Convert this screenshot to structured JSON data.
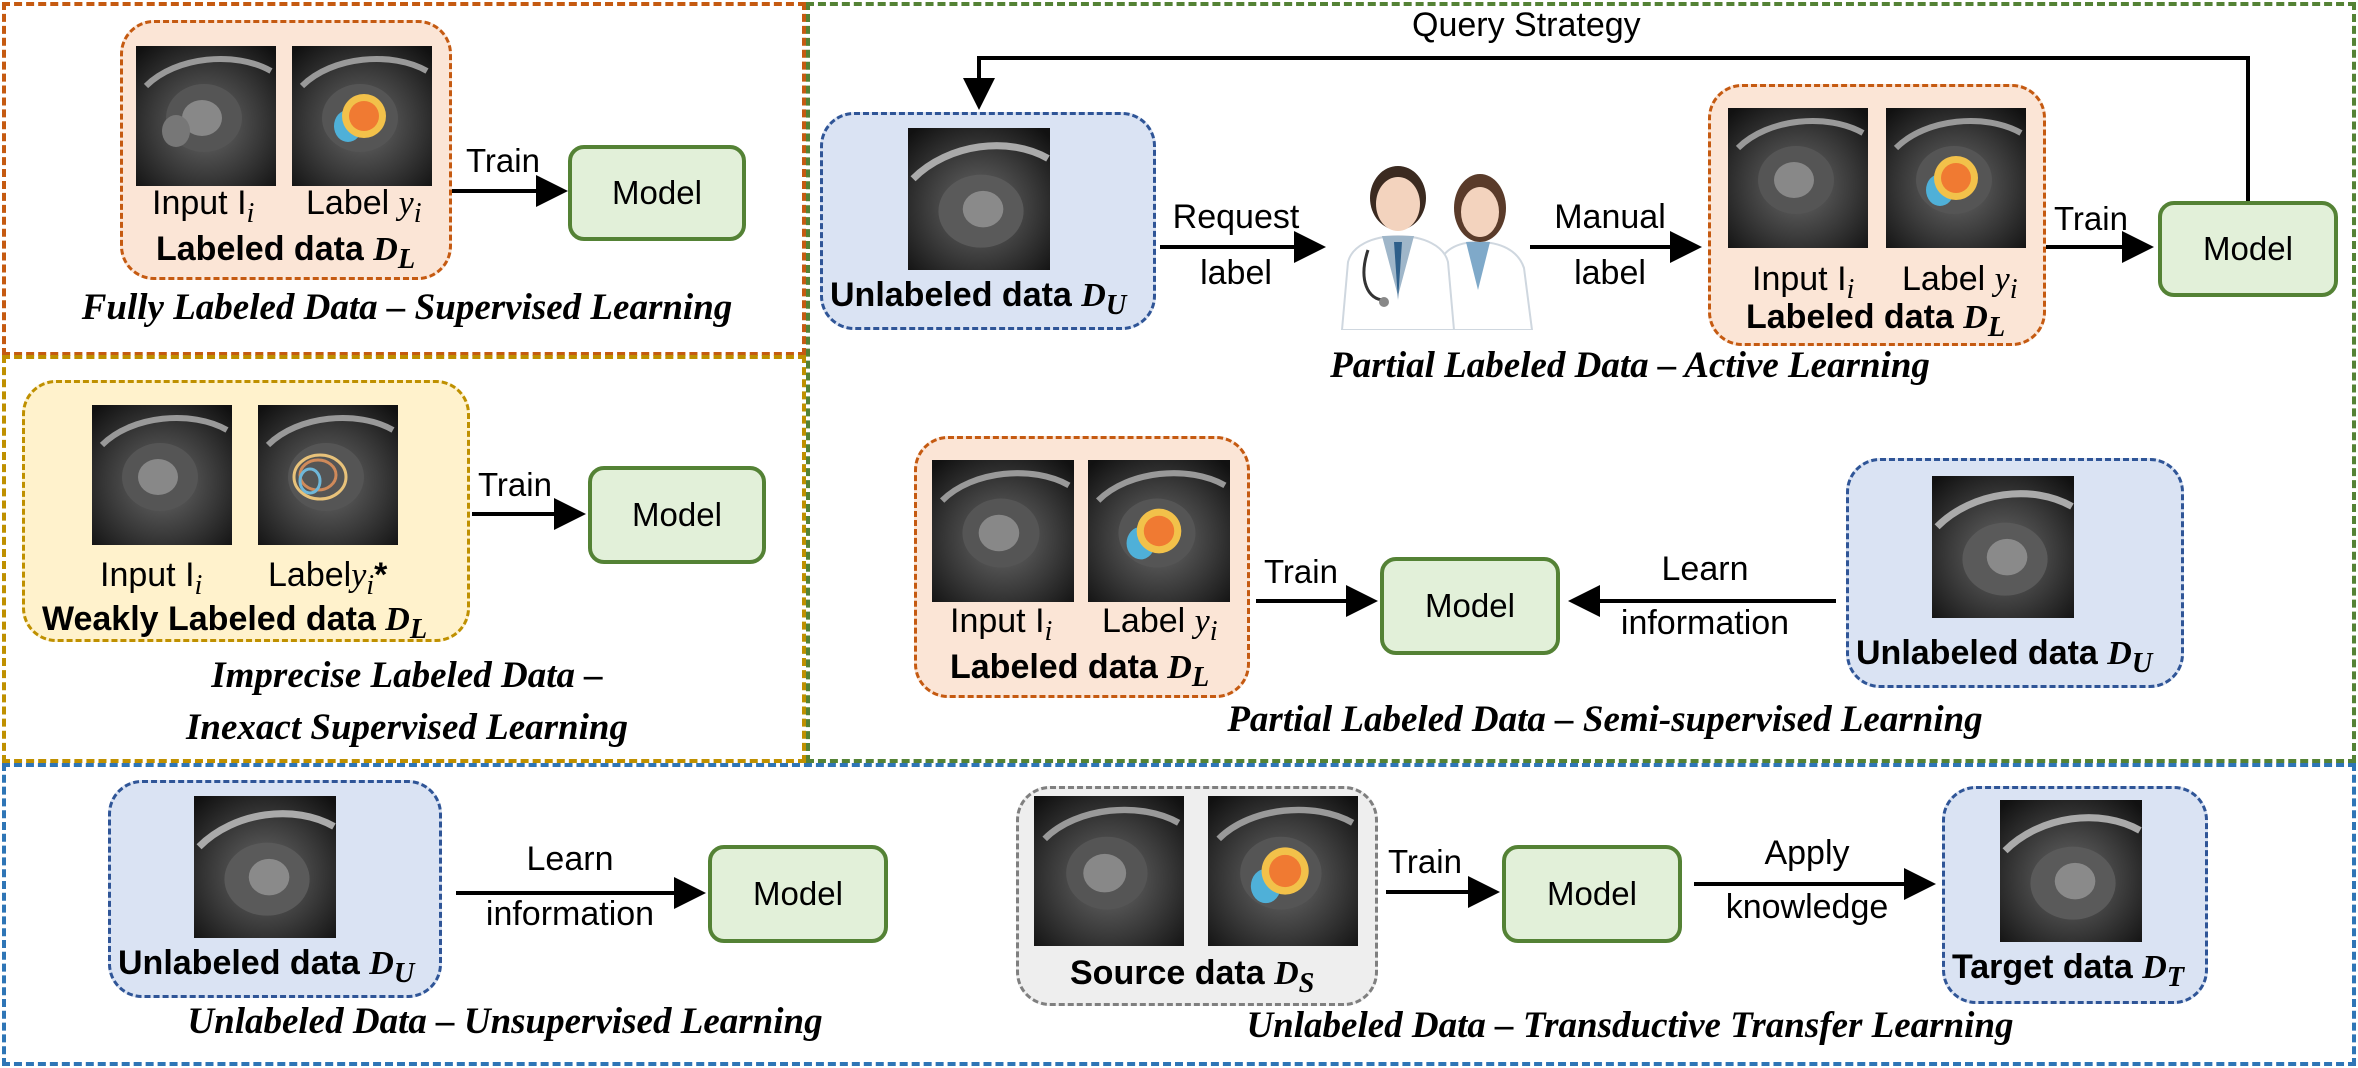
{
  "colors": {
    "labeled_panel": "#fbe5d6",
    "unlabeled_panel": "#dae3f3",
    "weak_panel": "#fff2cc",
    "source_panel": "#eeeeee",
    "model_fill": "#e2f0d9",
    "model_border": "#548235",
    "region_supervised": "#c55a11",
    "region_inexact": "#bf9000",
    "region_partial": "#548235",
    "region_unlabeled": "#2e75b6"
  },
  "common": {
    "model": "Model",
    "train": "Train",
    "input": "Input I",
    "label": "Label ",
    "label_nospace": "Label",
    "sub_i": "i",
    "y": "y",
    "star": "*",
    "labeled_data": "Labeled data ",
    "unlabeled_data": "Unlabeled data ",
    "D": "D",
    "sub_L": "L",
    "sub_U": "U",
    "sub_S": "S",
    "sub_T": "T"
  },
  "supervised": {
    "caption": "Fully Labeled Data – Supervised Learning"
  },
  "inexact": {
    "weakly_labeled_data": "Weakly Labeled data ",
    "caption_line1": "Imprecise Labeled Data –",
    "caption_line2": "Inexact Supervised Learning"
  },
  "active": {
    "query_strategy": "Query Strategy",
    "request_line1": "Request",
    "request_line2": "label",
    "manual_line1": "Manual",
    "manual_line2": "label",
    "caption": "Partial Labeled Data – Active Learning"
  },
  "semi": {
    "learn_line1": "Learn",
    "learn_line2": "information",
    "caption": "Partial Labeled Data – Semi-supervised Learning"
  },
  "unsupervised": {
    "learn_line1": "Learn",
    "learn_line2": "information",
    "caption": "Unlabeled Data – Unsupervised Learning"
  },
  "transductive": {
    "source_data": "Source data ",
    "target_data": "Target data ",
    "apply_line1": "Apply",
    "apply_line2": "knowledge",
    "caption": "Unlabeled Data – Transductive Transfer Learning"
  }
}
